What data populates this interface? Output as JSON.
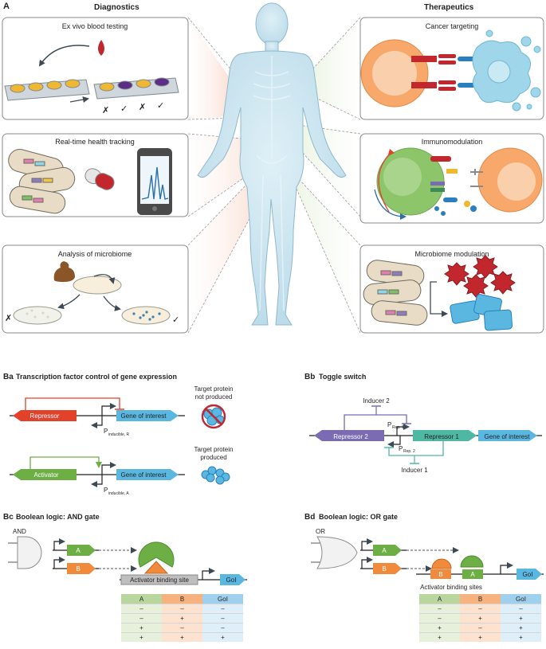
{
  "panel_A": {
    "letter": "A",
    "diagnostics_title": "Diagnostics",
    "therapeutics_title": "Therapeutics",
    "boxes": {
      "ex_vivo": "Ex vivo blood testing",
      "real_time": "Real-time health tracking",
      "microbiome_analysis": "Analysis of microbiome",
      "cancer": "Cancer targeting",
      "immuno": "Immunomodulation",
      "microbiome_mod": "Microbiome modulation"
    },
    "marks": {
      "check": "✓",
      "cross": "✗"
    }
  },
  "panel_Ba": {
    "title_letter": "Ba",
    "title": "Transcription factor control of gene expression",
    "repressor": "Repressor",
    "activator": "Activator",
    "gene": "Gene of interest",
    "promoter_R": "P",
    "promoter_R_sub": "inducible, R",
    "promoter_A": "P",
    "promoter_A_sub": "inducible, A",
    "not_produced_1": "Target protein",
    "not_produced_2": "not produced",
    "produced_1": "Target protein",
    "produced_2": "produced"
  },
  "panel_Bb": {
    "title_letter": "Bb",
    "title": "Toggle switch",
    "inducer2": "Inducer 2",
    "inducer1": "Inducer 1",
    "repressor2": "Repressor 2",
    "repressor1": "Repressor 1",
    "gene": "Gene of interest",
    "p1": "P",
    "p1_sub": "Rep. 1",
    "p2": "P",
    "p2_sub": "Rep. 2"
  },
  "panel_Bc": {
    "title_letter": "Bc",
    "title": "Boolean logic: AND gate",
    "gate_label": "AND",
    "A": "A",
    "B": "B",
    "binding_site": "Activator binding site",
    "gol": "GoI",
    "table": {
      "headers": [
        "A",
        "B",
        "GoI"
      ],
      "rows": [
        [
          "–",
          "–",
          "–"
        ],
        [
          "–",
          "+",
          "–"
        ],
        [
          "+",
          "–",
          "–"
        ],
        [
          "+",
          "+",
          "+"
        ]
      ]
    }
  },
  "panel_Bd": {
    "title_letter": "Bd",
    "title": "Boolean logic: OR gate",
    "gate_label": "OR",
    "A": "A",
    "B": "B",
    "binding_sites": "Activator binding sites",
    "gol": "GoI",
    "table": {
      "headers": [
        "A",
        "B",
        "GoI"
      ],
      "rows": [
        [
          "–",
          "–",
          "–"
        ],
        [
          "–",
          "+",
          "+"
        ],
        [
          "+",
          "–",
          "+"
        ],
        [
          "+",
          "+",
          "+"
        ]
      ]
    }
  },
  "colors": {
    "repressor_red": "#e2412a",
    "activator_green": "#6dae45",
    "gene_blue": "#5ab8e0",
    "purple": "#7a6bb3",
    "teal": "#4fb8a2",
    "orange": "#f08a3c",
    "body_blue": "#cde5f0"
  }
}
